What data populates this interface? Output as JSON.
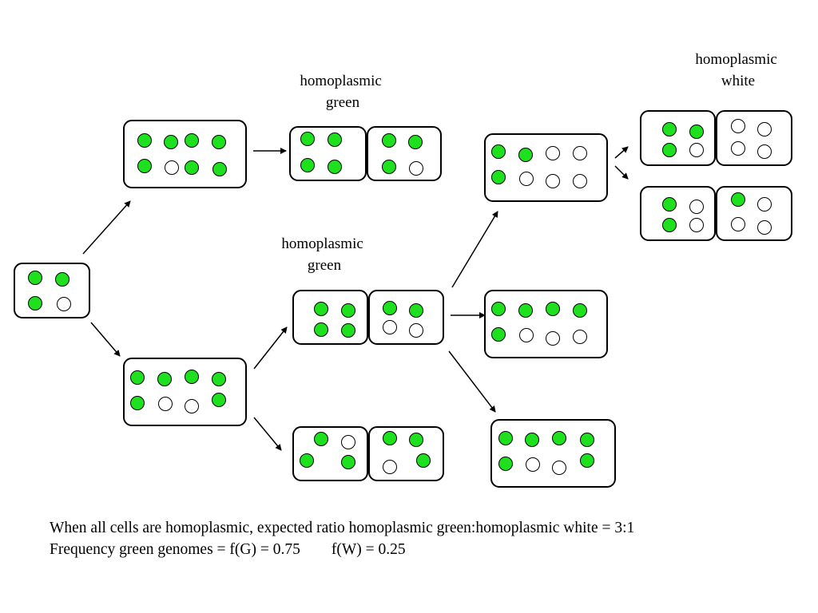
{
  "colors": {
    "green": "#1fe01f",
    "white": "#ffffff",
    "outline": "#000000"
  },
  "labels": {
    "top_middle": [
      "homoplasmic",
      "green"
    ],
    "middle": [
      "homoplasmic",
      "green"
    ],
    "top_right": [
      "homoplasmic",
      "white"
    ]
  },
  "caption": {
    "line1": "When all cells are homoplasmic, expected ratio homoplasmic green:homoplasmic white = 3:1",
    "line2": "Frequency green genomes = f(G) = 0.75        f(W) = 0.25"
  },
  "cells": [
    {
      "id": "start",
      "genomes": [
        "G",
        "G",
        "G",
        "W"
      ]
    },
    {
      "id": "upper-8",
      "genomes": [
        "G",
        "G",
        "G",
        "G",
        "G",
        "W",
        "G",
        "G"
      ]
    },
    {
      "id": "upper-split-left",
      "genomes": [
        "G",
        "G",
        "G",
        "G"
      ]
    },
    {
      "id": "upper-split-right",
      "genomes": [
        "G",
        "G",
        "G",
        "W"
      ]
    },
    {
      "id": "lower-8",
      "genomes": [
        "G",
        "G",
        "G",
        "G",
        "G",
        "W",
        "W",
        "G"
      ]
    },
    {
      "id": "mid-split-left",
      "genomes": [
        "G",
        "G",
        "G",
        "G"
      ]
    },
    {
      "id": "mid-split-right",
      "genomes": [
        "G",
        "G",
        "W",
        "W"
      ]
    },
    {
      "id": "bottom-split-left",
      "genomes": [
        "G",
        "W",
        "G",
        "G"
      ]
    },
    {
      "id": "bottom-split-right",
      "genomes": [
        "G",
        "G",
        "W",
        "G"
      ]
    },
    {
      "id": "right-upper-8",
      "genomes": [
        "G",
        "G",
        "W",
        "W",
        "G",
        "W",
        "W",
        "W"
      ]
    },
    {
      "id": "right-middle-8",
      "genomes": [
        "G",
        "G",
        "G",
        "G",
        "G",
        "W",
        "W",
        "W"
      ]
    },
    {
      "id": "right-lower-8",
      "genomes": [
        "G",
        "G",
        "G",
        "G",
        "G",
        "W",
        "W",
        "G"
      ]
    },
    {
      "id": "far-right-top-left",
      "genomes": [
        "G",
        "G",
        "G",
        "W"
      ]
    },
    {
      "id": "far-right-top-right",
      "genomes": [
        "W",
        "W",
        "W",
        "W"
      ]
    },
    {
      "id": "far-right-bottom-left",
      "genomes": [
        "G",
        "W",
        "G",
        "W"
      ]
    },
    {
      "id": "far-right-bottom-right",
      "genomes": [
        "G",
        "W",
        "W",
        "W"
      ]
    }
  ]
}
